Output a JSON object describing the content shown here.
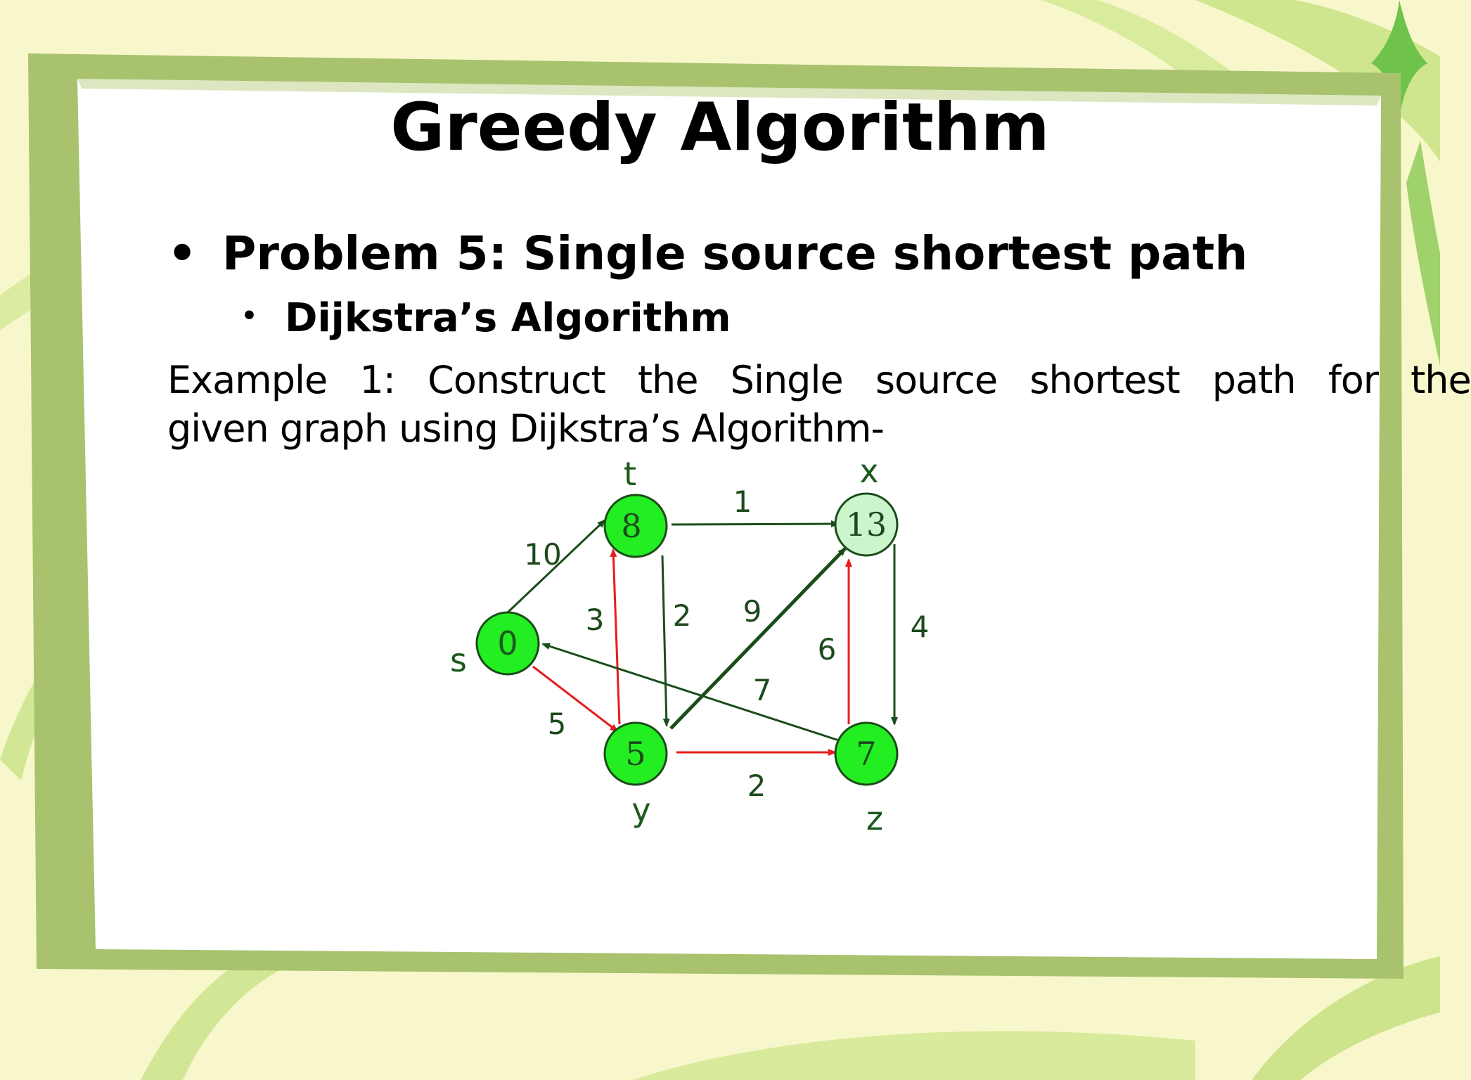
{
  "slide": {
    "title": "Greedy Algorithm",
    "bullet1_marker": "•",
    "bullet1": "Problem 5: Single source shortest path",
    "bullet2_marker": "•",
    "bullet2": "Dijkstra’s Algorithm",
    "example_line1": "Example 1: Construct the Single source shortest path for the",
    "example_line2": "given graph using Dijkstra’s Algorithm-"
  },
  "graph": {
    "nodes": [
      {
        "id": "s",
        "label": "s",
        "value": "0",
        "fill": "#22ee22"
      },
      {
        "id": "t",
        "label": "t",
        "value": "8",
        "fill": "#22ee22"
      },
      {
        "id": "x",
        "label": "x",
        "value": "13",
        "fill": "#ccf5cc"
      },
      {
        "id": "y",
        "label": "y",
        "value": "5",
        "fill": "#22ee22"
      },
      {
        "id": "z",
        "label": "z",
        "value": "7",
        "fill": "#22ee22"
      }
    ],
    "edges": [
      {
        "from": "s",
        "to": "t",
        "weight": "10",
        "color": "#1a4d1a"
      },
      {
        "from": "s",
        "to": "y",
        "weight": "5",
        "color": "#e81c1c"
      },
      {
        "from": "t",
        "to": "x",
        "weight": "1",
        "color": "#1a4d1a"
      },
      {
        "from": "t",
        "to": "y",
        "weight": "2",
        "color": "#1a4d1a"
      },
      {
        "from": "y",
        "to": "t",
        "weight": "3",
        "color": "#e81c1c"
      },
      {
        "from": "y",
        "to": "x",
        "weight": "9",
        "color": "#1a4d1a"
      },
      {
        "from": "y",
        "to": "z",
        "weight": "2",
        "color": "#e81c1c"
      },
      {
        "from": "x",
        "to": "z",
        "weight": "4",
        "color": "#1a4d1a"
      },
      {
        "from": "z",
        "to": "x",
        "weight": "6",
        "color": "#e81c1c"
      },
      {
        "from": "z",
        "to": "s",
        "weight": "7",
        "color": "#1a4d1a"
      }
    ]
  },
  "colors": {
    "frame": "#a8c26e",
    "background": "#f8f7cc",
    "node_stroke": "#1a4d1a",
    "shortest_edge": "#e81c1c",
    "normal_edge": "#1a4d1a"
  }
}
